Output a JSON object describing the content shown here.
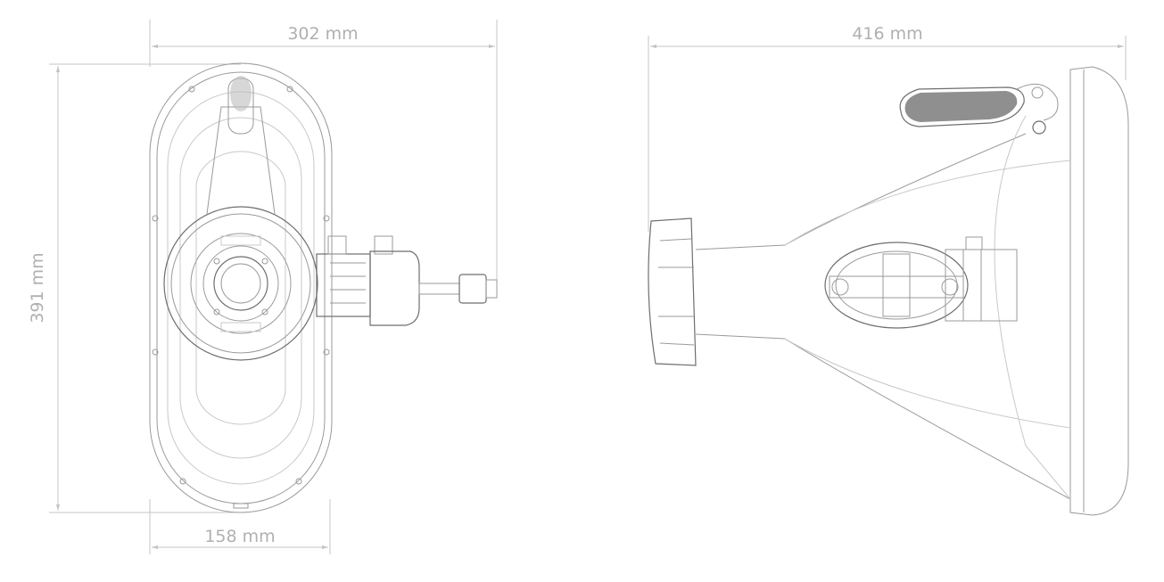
{
  "dimensions": {
    "front_width": "302 mm",
    "front_height": "391 mm",
    "front_base_width": "158 mm",
    "side_width": "416 mm"
  },
  "colors": {
    "dimension": "#c4c4c4",
    "label": "#b0b0b0",
    "outline": "#9a9a9a"
  }
}
